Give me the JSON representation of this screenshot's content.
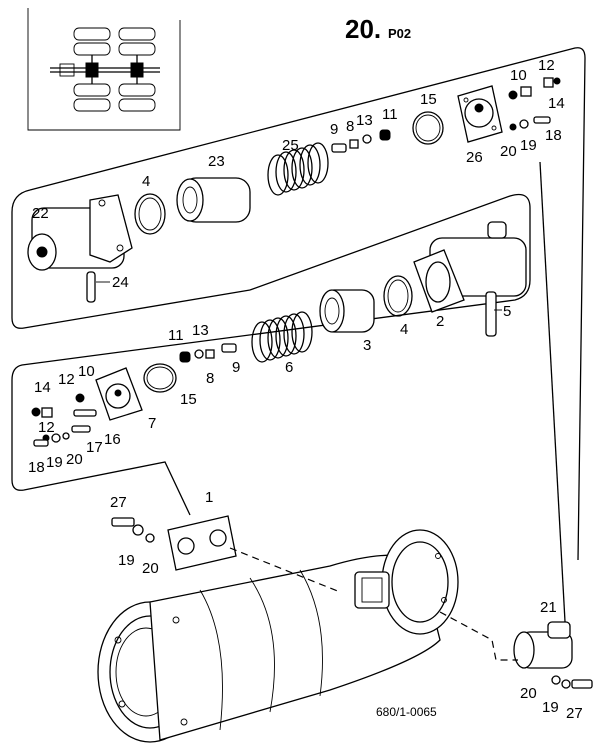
{
  "header": {
    "page_number": "20.",
    "page_suffix": "P02"
  },
  "reference": "680/1-0065",
  "callouts": {
    "top_group": [
      "22",
      "24",
      "4",
      "23",
      "25",
      "9",
      "8",
      "13",
      "11",
      "15",
      "26",
      "10",
      "12",
      "14",
      "20",
      "19",
      "18"
    ],
    "middle_group": [
      "2",
      "4",
      "5",
      "3",
      "6",
      "9",
      "8",
      "13",
      "11",
      "15",
      "7",
      "16",
      "17",
      "14",
      "12",
      "10",
      "18",
      "19",
      "20"
    ],
    "axle_group": [
      "1",
      "27",
      "19",
      "20",
      "21",
      "20",
      "19",
      "27"
    ]
  }
}
